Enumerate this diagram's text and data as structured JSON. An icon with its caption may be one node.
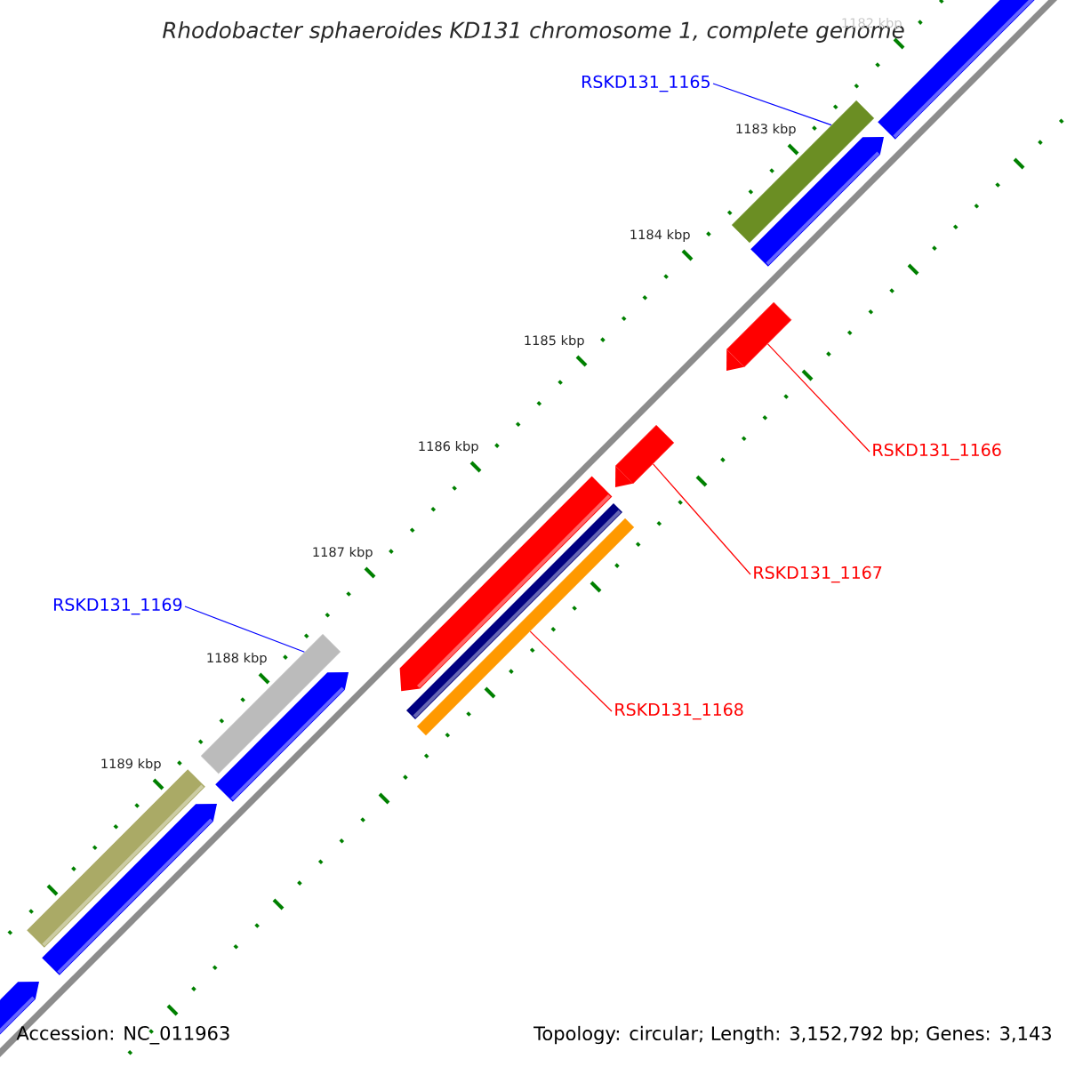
{
  "diagram": {
    "title": "Rhodobacter sphaeroides KD131 chromosome 1, complete genome",
    "nodes": [
      {
        "text": [
          "RSKD131_1165"
        ]
      },
      {
        "text": [],
        "shape": "bar"
      },
      {
        "text": [
          "RSKD131_1166"
        ]
      },
      {
        "text": [],
        "shape": "bar"
      },
      {
        "text": [
          "RSKD131_1167"
        ]
      },
      {
        "text": [],
        "shape": "bar"
      },
      {
        "text": [
          "RSKD131_1169"
        ]
      },
      {
        "text": [],
        "shape": "bar"
      },
      {
        "text": [
          "RSKD131_1168"
        ]
      },
      {
        "text": [],
        "shape": "bar"
      }
    ],
    "edges": [
      {
        "from": 0,
        "to": 1,
        "arrow": "none",
        "color": "#0000ff"
      },
      {
        "from": 2,
        "to": 3,
        "arrow": "none",
        "color": "#ff0000"
      },
      {
        "from": 4,
        "to": 5,
        "arrow": "none",
        "color": "#ff0000"
      },
      {
        "from": 6,
        "to": 7,
        "arrow": "none",
        "color": "#0000ff"
      },
      {
        "from": 8,
        "to": 9,
        "arrow": "none",
        "color": "#ff0000"
      }
    ],
    "labels": [
      "1182 kbp",
      "1183 kbp",
      "1184 kbp",
      "1185 kbp",
      "1186 kbp",
      "1187 kbp",
      "1188 kbp",
      "1189 kbp",
      "Accession: NC_011963",
      "Topology: circular; Length: 3,152,792 bp; Genes: 3,143"
    ]
  }
}
